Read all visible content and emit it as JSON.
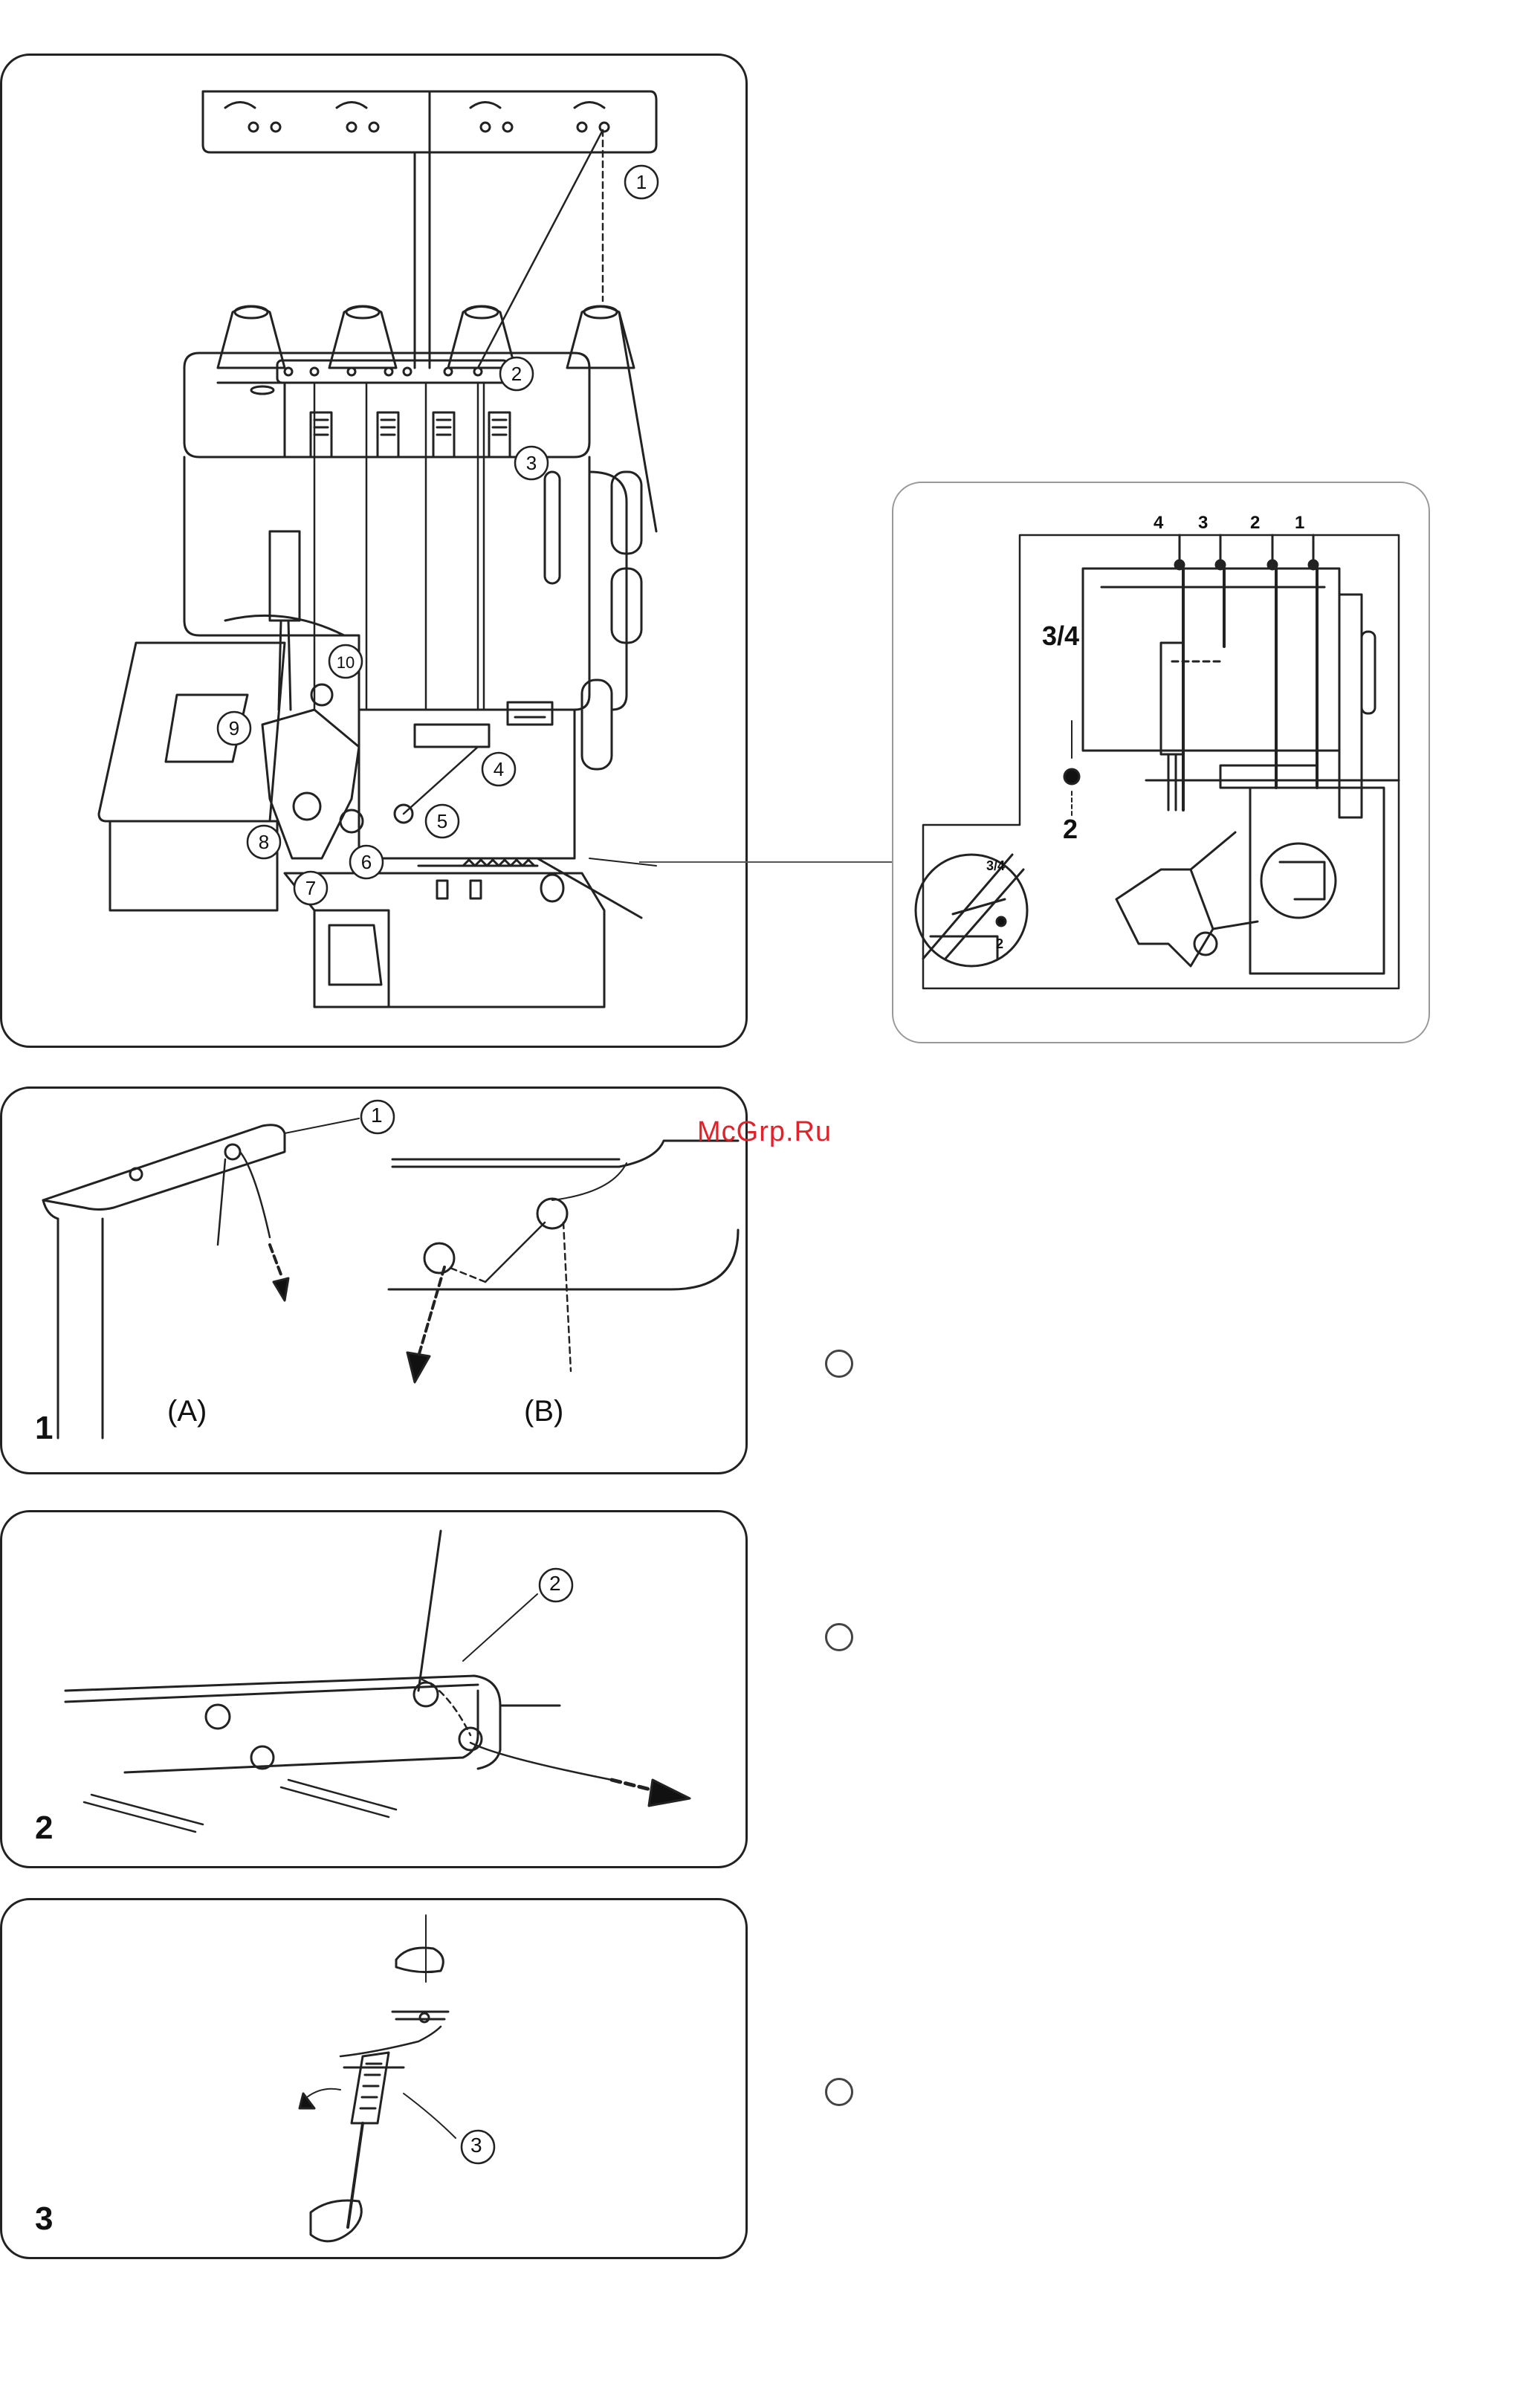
{
  "main_diagram": {
    "callouts": [
      "1",
      "2",
      "3",
      "4",
      "5",
      "6",
      "7",
      "8",
      "9",
      "10"
    ]
  },
  "inset_diagram": {
    "guide_labels": [
      "4",
      "3",
      "2",
      "1"
    ],
    "route_top": "3/4",
    "route_bottom": "2",
    "detail_top": "3/4",
    "detail_bottom": "2"
  },
  "step1": {
    "number": "1",
    "callout": "1",
    "label_a": "(A)",
    "label_b": "(B)"
  },
  "step2": {
    "number": "2",
    "callout": "2"
  },
  "step3": {
    "number": "3",
    "callout": "3"
  },
  "watermark": "McGrp.Ru"
}
